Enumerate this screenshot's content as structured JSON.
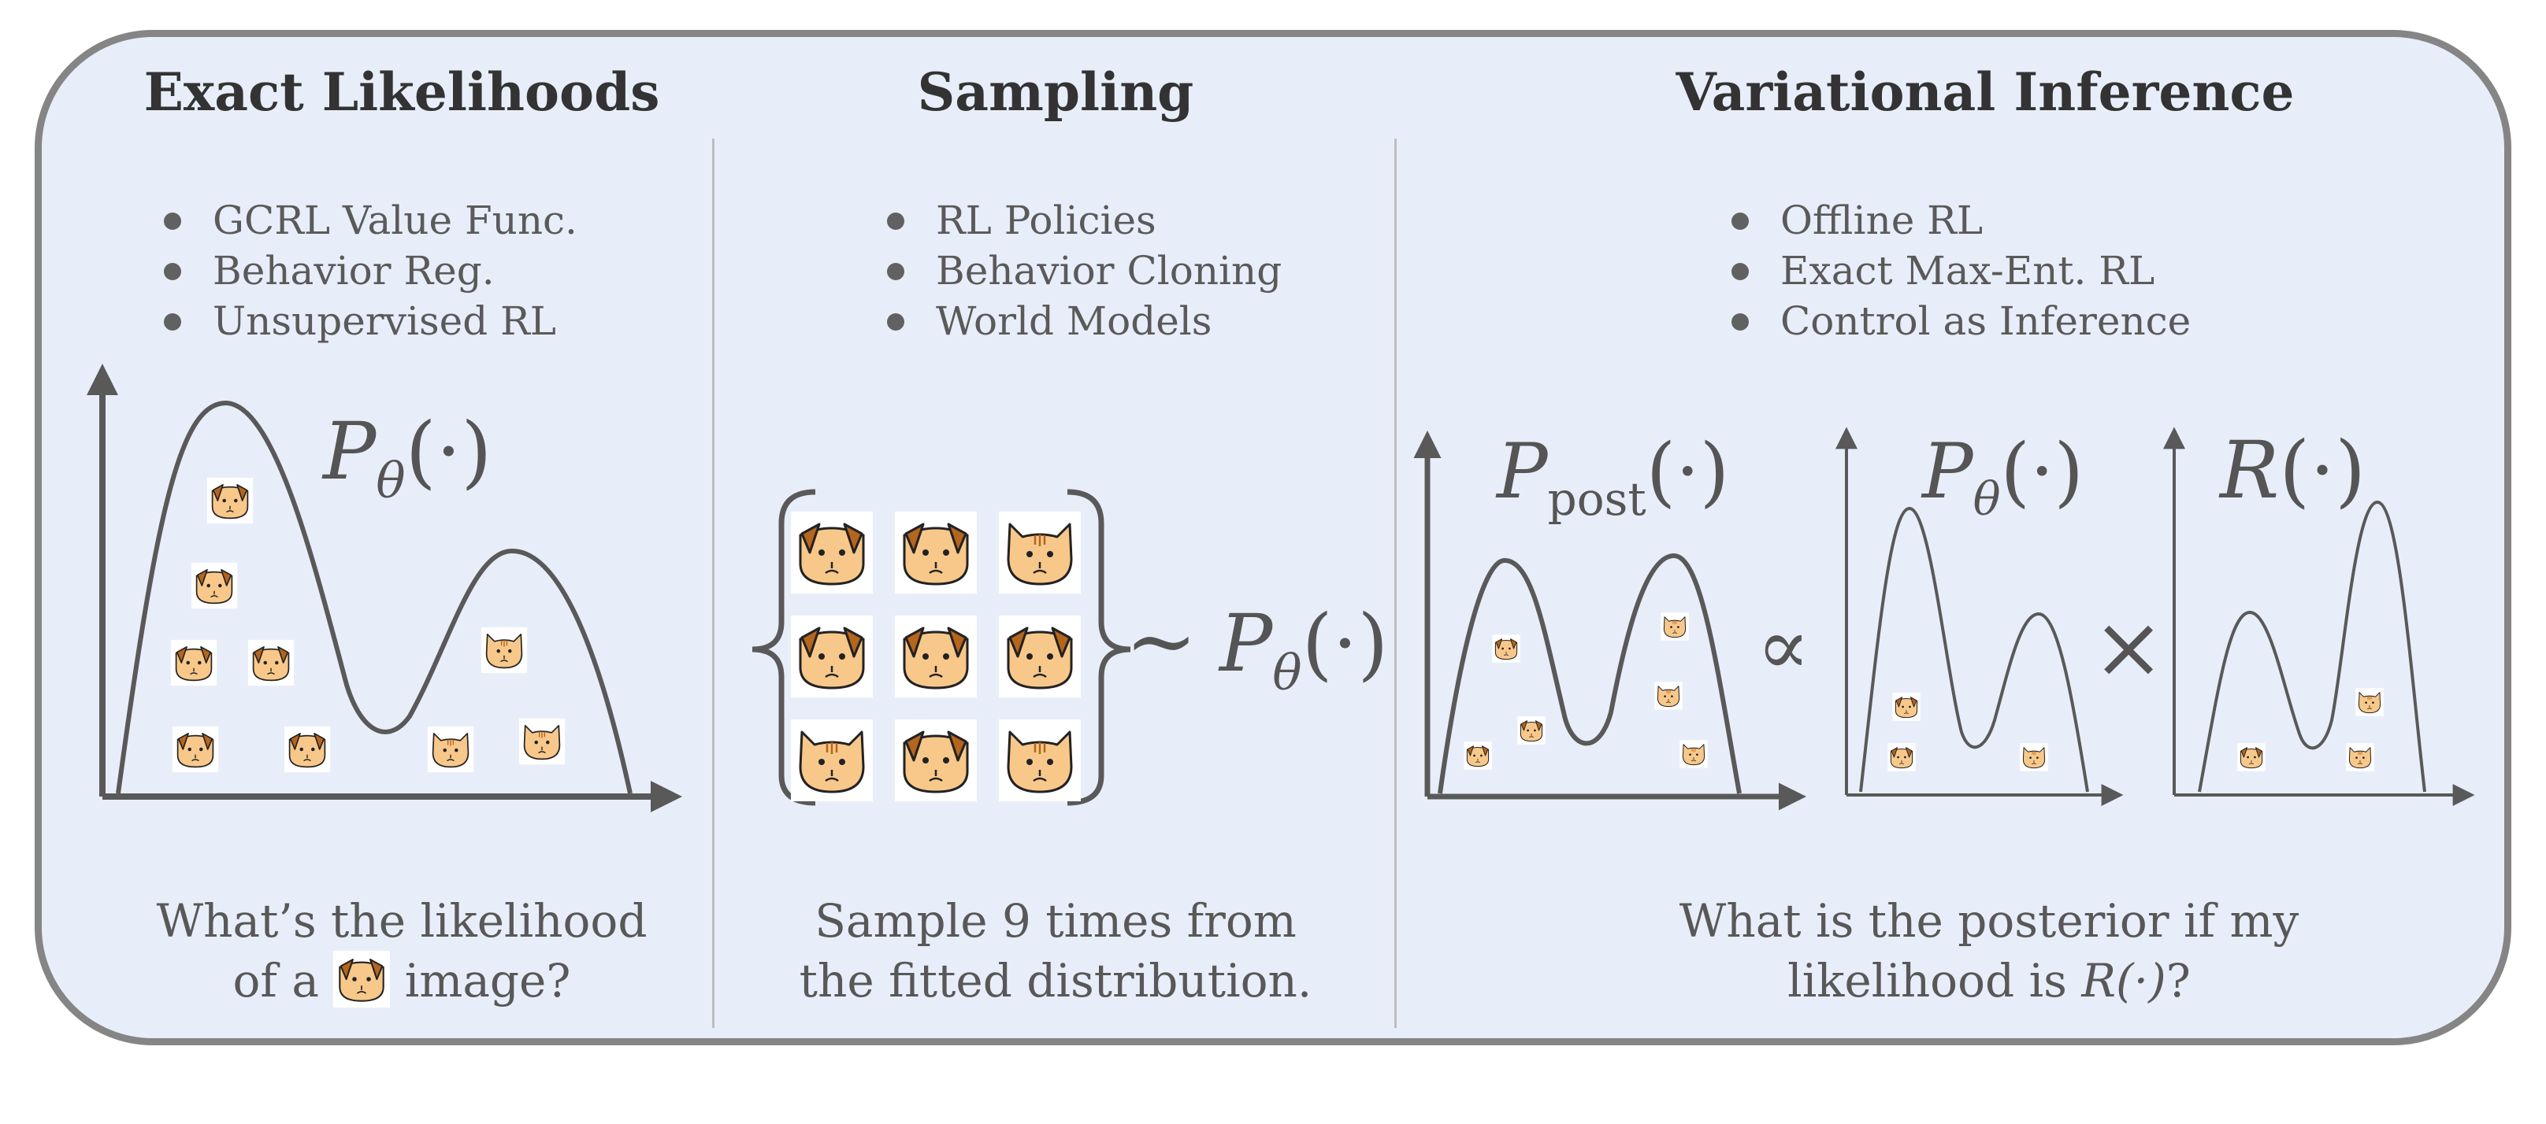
{
  "panels": [
    {
      "title": "Exact Likelihoods",
      "bullets": [
        "GCRL Value Func.",
        "Behavior Reg.",
        "Unsupervised RL"
      ],
      "question_line1": "What’s the likelihood",
      "question_pre": "of a",
      "question_post": "image?"
    },
    {
      "title": "Sampling",
      "bullets": [
        "RL Policies",
        "Behavior Cloning",
        "World Models"
      ],
      "question_line1": "Sample 9 times from",
      "question_line2": "the fitted distribution."
    },
    {
      "title": "Variational Inference",
      "bullets": [
        "Offline RL",
        "Exact Max-Ent. RL",
        "Control as Inference"
      ],
      "question_line1": "What is the posterior if my",
      "question_pre": "likelihood is",
      "question_post": "?"
    }
  ],
  "math": {
    "p_theta": "P",
    "theta": "θ",
    "arg": "(·)",
    "post_p": "P",
    "post_sub": "post",
    "r": "R",
    "tilde": "∼",
    "propto": "∝",
    "times": "×",
    "r_inline": "R(·)"
  },
  "colors": {
    "panel_bg": "#e8eef9",
    "panel_border": "#858585",
    "curve": "#595959",
    "face": "#f8c88a",
    "dog_ear": "#b5651d",
    "text": "#333333"
  },
  "icons": {
    "dog": "dog-face-icon",
    "cat": "cat-face-icon"
  },
  "sample_grid": [
    [
      "dog",
      "dog",
      "cat"
    ],
    [
      "dog",
      "dog",
      "dog"
    ],
    [
      "cat",
      "dog",
      "cat"
    ]
  ]
}
